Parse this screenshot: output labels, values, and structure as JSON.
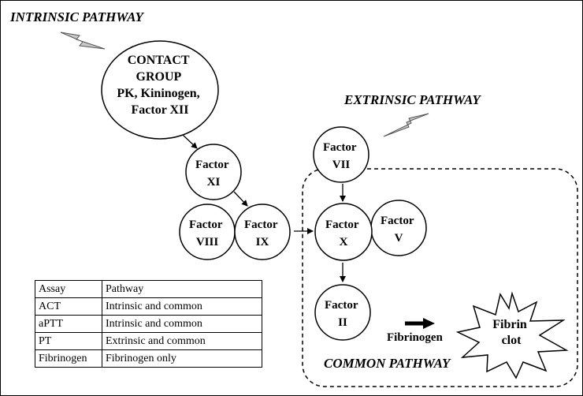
{
  "headings": {
    "intrinsic": "INTRINSIC PATHWAY",
    "extrinsic": "EXTRINSIC PATHWAY",
    "common": "COMMON PATHWAY"
  },
  "nodes": {
    "contact": [
      "CONTACT",
      "GROUP",
      "PK, Kininogen,",
      "Factor XII"
    ],
    "factor_xi": [
      "Factor",
      "XI"
    ],
    "factor_viii": [
      "Factor",
      "VIII"
    ],
    "factor_ix": [
      "Factor",
      "IX"
    ],
    "factor_vii": [
      "Factor",
      "VII"
    ],
    "factor_x": [
      "Factor",
      "X"
    ],
    "factor_v": [
      "Factor",
      "V"
    ],
    "factor_ii": [
      "Factor",
      "II"
    ],
    "fibrinogen": "Fibrinogen",
    "fibrin_clot": [
      "Fibrin",
      "clot"
    ]
  },
  "assay_table": {
    "headers": [
      "Assay",
      "Pathway"
    ],
    "rows": [
      [
        "ACT",
        "Intrinsic and common"
      ],
      [
        "aPTT",
        "Intrinsic and common"
      ],
      [
        "PT",
        "Extrinsic and common"
      ],
      [
        "Fibrinogen",
        "Fibrinogen only"
      ]
    ]
  },
  "colors": {
    "ink": "#000000",
    "lightning_fill": "#c8c8c8",
    "background": "#ffffff"
  },
  "icons": [
    "lightning-bolt-icon",
    "lightning-bolt-icon",
    "starburst-shape"
  ]
}
